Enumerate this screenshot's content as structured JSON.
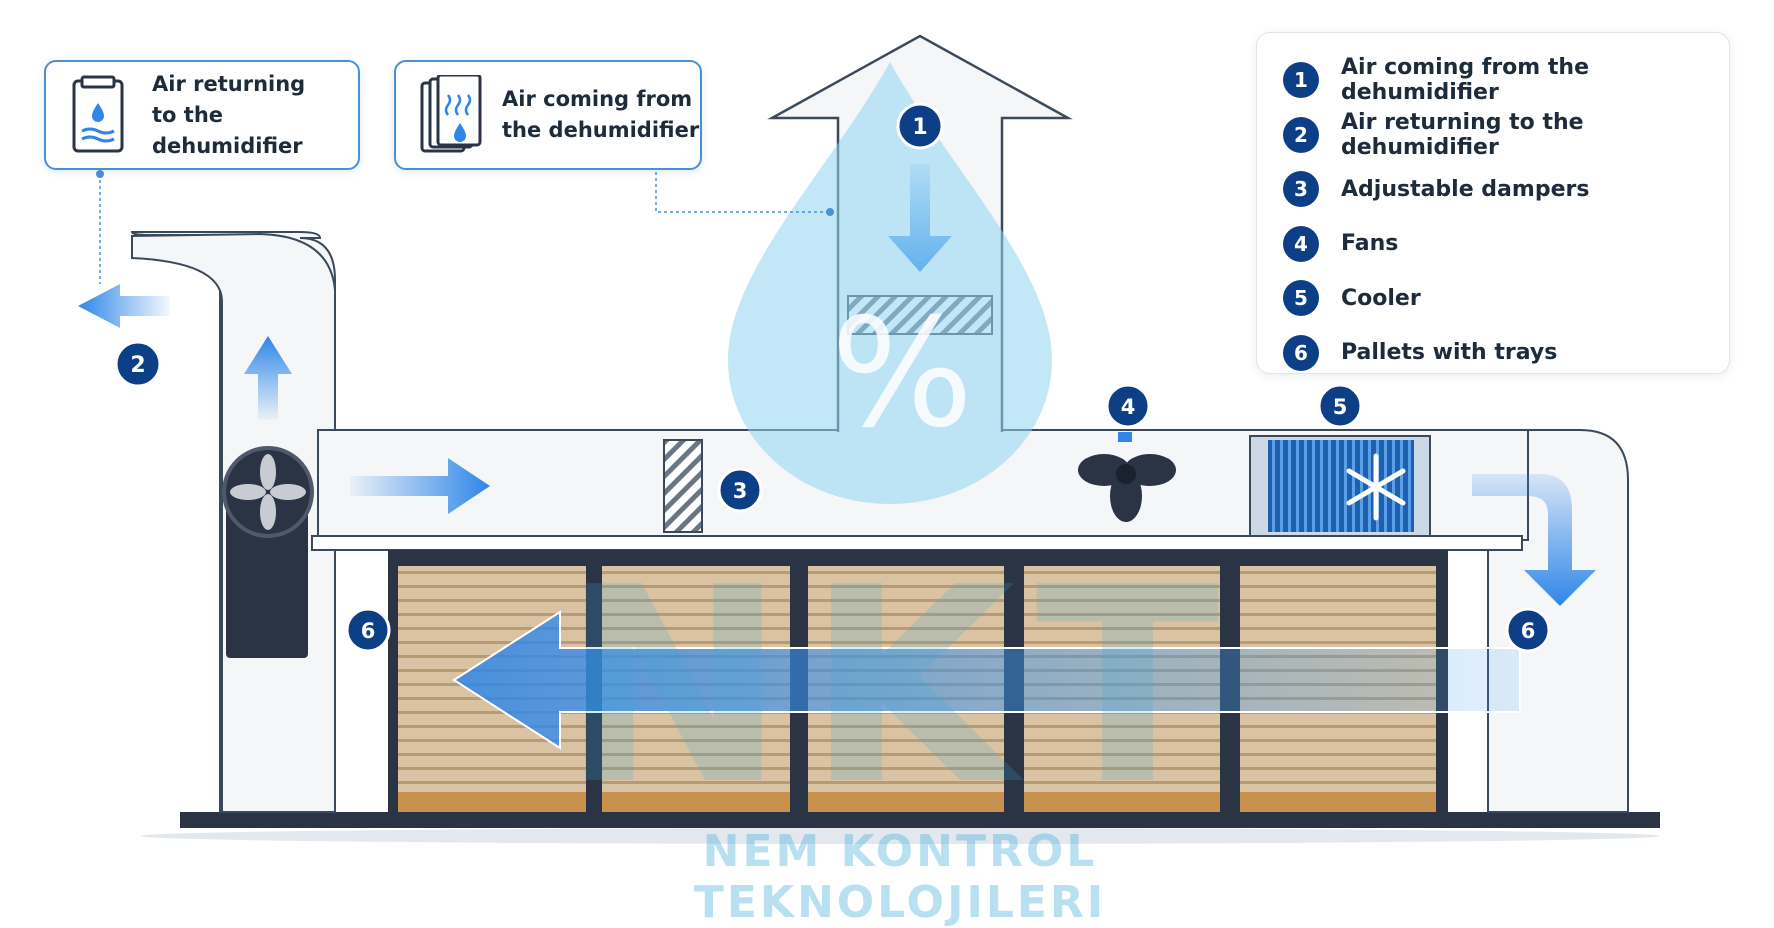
{
  "callouts": {
    "returning": {
      "text": "Air returning\nto the dehumidifier",
      "icon": "dehumidifier-tank-icon"
    },
    "coming": {
      "text": "Air coming from\nthe dehumidifier",
      "icon": "dehumidifier-steam-icon"
    }
  },
  "legend": {
    "items": [
      {
        "num": "1",
        "label": "Air coming from the dehumidifier"
      },
      {
        "num": "2",
        "label": "Air returning to the dehumidifier"
      },
      {
        "num": "3",
        "label": "Adjustable dampers"
      },
      {
        "num": "4",
        "label": "Fans"
      },
      {
        "num": "5",
        "label": "Cooler"
      },
      {
        "num": "6",
        "label": "Pallets with trays"
      }
    ]
  },
  "markers": {
    "supply": "1",
    "return": "2",
    "damper": "3",
    "fan": "4",
    "cooler": "5",
    "pallets_left": "6",
    "pallets_right": "6"
  },
  "watermark": {
    "symbol": "%",
    "logo_letters": "NKT",
    "brand_text": "NEM KONTROL TEKNOLOJILERI"
  },
  "colors": {
    "badge": "#0d3f86",
    "arrow": "#2f86e8",
    "drop": "#8fd6f2",
    "duct": "#f4f6f8",
    "outline": "#3b4a5a",
    "wood": "#d9c3a2",
    "dark": "#2a3444",
    "cooler": "#1f5fb0"
  }
}
